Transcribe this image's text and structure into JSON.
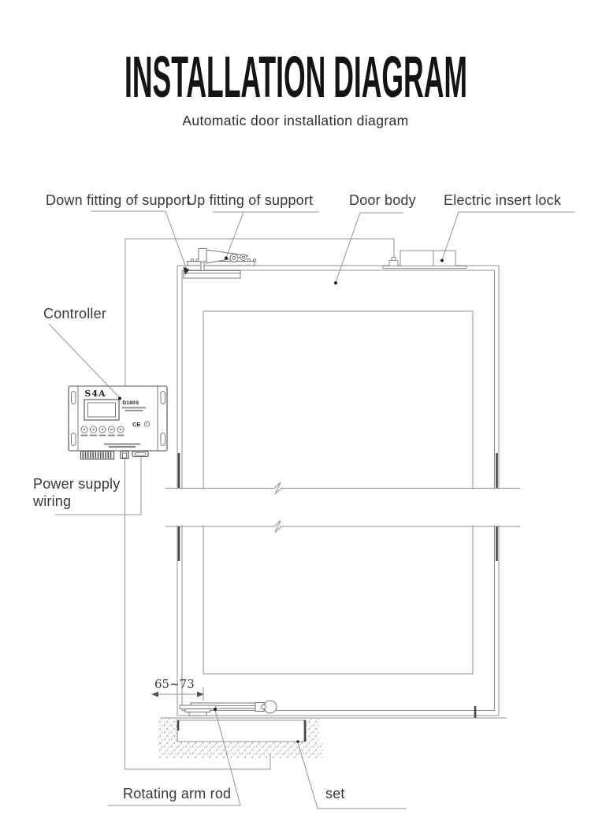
{
  "header": {
    "title": "INSTALLATION DIAGRAM",
    "subtitle": "Automatic door installation diagram"
  },
  "callouts": {
    "down_fitting": "Down fitting of support",
    "up_fitting": "Up fitting of support",
    "door_body": "Door body",
    "electric_lock": "Electric insert lock",
    "controller": "Controller",
    "power_supply_line1": "Power supply",
    "power_supply_line2": "wiring",
    "rotating_arm": "Rotating arm rod",
    "floor_set": "set",
    "dimension": "65~73"
  },
  "controller_device": {
    "brand": "S4A",
    "model": "D180S",
    "cert_mark": "CE"
  },
  "colors": {
    "title_text": "#141414",
    "label_text": "#3b3734",
    "diagram_line": "#8f8f8f",
    "dark_line": "#474747",
    "background": "#ffffff"
  }
}
